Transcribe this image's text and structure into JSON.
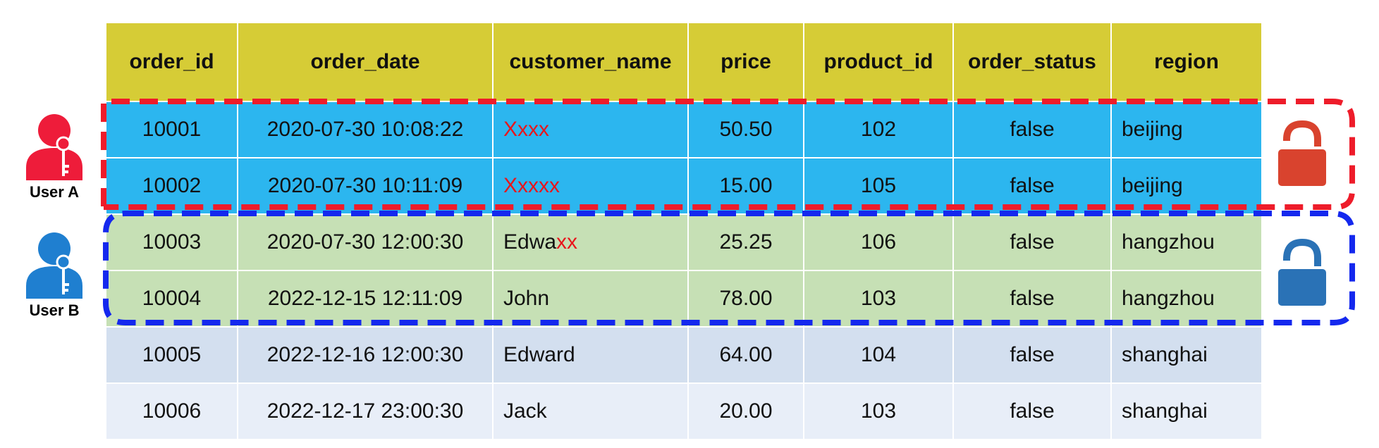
{
  "table": {
    "columns": [
      "order_id",
      "order_date",
      "customer_name",
      "price",
      "product_id",
      "order_status",
      "region"
    ],
    "rows": [
      {
        "order_id": "10001",
        "order_date": "2020-07-30 10:08:22",
        "customer_name_plain": "",
        "customer_name_masked": "Xxxx",
        "price": "50.50",
        "product_id": "102",
        "order_status": "false",
        "region": "beijing"
      },
      {
        "order_id": "10002",
        "order_date": "2020-07-30 10:11:09",
        "customer_name_plain": "",
        "customer_name_masked": "Xxxxx",
        "price": "15.00",
        "product_id": "105",
        "order_status": "false",
        "region": "beijing"
      },
      {
        "order_id": "10003",
        "order_date": "2020-07-30 12:00:30",
        "customer_name_plain": "Edwa",
        "customer_name_masked": "xx",
        "price": "25.25",
        "product_id": "106",
        "order_status": "false",
        "region": "hangzhou"
      },
      {
        "order_id": "10004",
        "order_date": "2022-12-15 12:11:09",
        "customer_name_plain": "John",
        "customer_name_masked": "",
        "price": "78.00",
        "product_id": "103",
        "order_status": "false",
        "region": "hangzhou"
      },
      {
        "order_id": "10005",
        "order_date": "2022-12-16 12:00:30",
        "customer_name_plain": "Edward",
        "customer_name_masked": "",
        "price": "64.00",
        "product_id": "104",
        "order_status": "false",
        "region": "shanghai"
      },
      {
        "order_id": "10006",
        "order_date": "2022-12-17 23:00:30",
        "customer_name_plain": "Jack",
        "customer_name_masked": "",
        "price": "20.00",
        "product_id": "103",
        "order_status": "false",
        "region": "shanghai"
      }
    ]
  },
  "users": [
    {
      "label": "User A",
      "icon": "user-with-key-icon",
      "color": "#ee1c3a"
    },
    {
      "label": "User B",
      "icon": "user-with-key-icon",
      "color": "#1f7fd0"
    }
  ],
  "locks": [
    {
      "icon": "unlocked-padlock-icon",
      "color": "#d9432e"
    },
    {
      "icon": "unlocked-padlock-icon",
      "color": "#2a72b6"
    }
  ],
  "colors": {
    "header": "#d6cc36",
    "user_a_rows": "#2cb6ef",
    "user_b_rows": "#c6e0b5",
    "other_row_1": "#d3dfef",
    "other_row_2": "#e8eef8",
    "masked_text": "#e8161c",
    "user_a_boundary": "#ee1c2a",
    "user_b_boundary": "#1428ee"
  }
}
